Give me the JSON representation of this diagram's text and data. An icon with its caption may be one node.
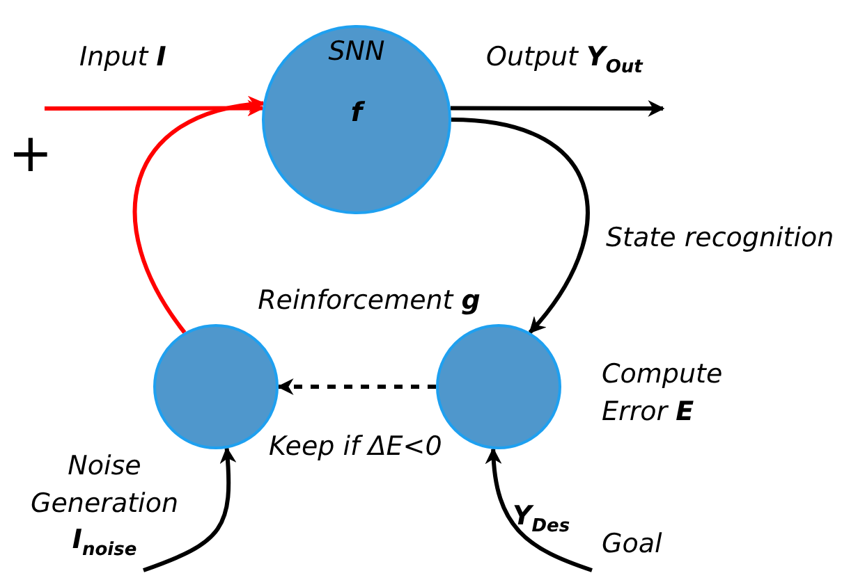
{
  "diagram": {
    "nodes": [
      {
        "text": [
          "SNN",
          "**f**"
        ]
      },
      {
        "text": [],
        "shape": "circle",
        "beside": [
          "Noise Generation **I**$_{noise}$"
        ]
      },
      {
        "text": [],
        "shape": "circle",
        "beside": [
          "Compute Error **E**"
        ]
      }
    ],
    "edges": [
      {
        "from": null,
        "to": 0,
        "arrow": "to",
        "label": "Input **I**",
        "color": "#ff0000"
      },
      {
        "from": 0,
        "to": null,
        "arrow": "to",
        "label": "Output **Y**$_{Out}$"
      },
      {
        "from": 0,
        "to": 2,
        "arrow": "to",
        "label": "State recognition"
      },
      {
        "from": 2,
        "to": 1,
        "arrow": "to",
        "style": "dashed",
        "label": "Reinforcement **g**"
      },
      {
        "from": 1,
        "to": 0,
        "arrow": "to",
        "color": "#ff0000"
      },
      {
        "from": null,
        "to": 1,
        "arrow": "to"
      },
      {
        "from": null,
        "to": 2,
        "arrow": "to",
        "label": "**Y**$_{Des}$"
      }
    ],
    "labels": [
      "+",
      "Keep if ΔE<0",
      "Goal"
    ]
  }
}
